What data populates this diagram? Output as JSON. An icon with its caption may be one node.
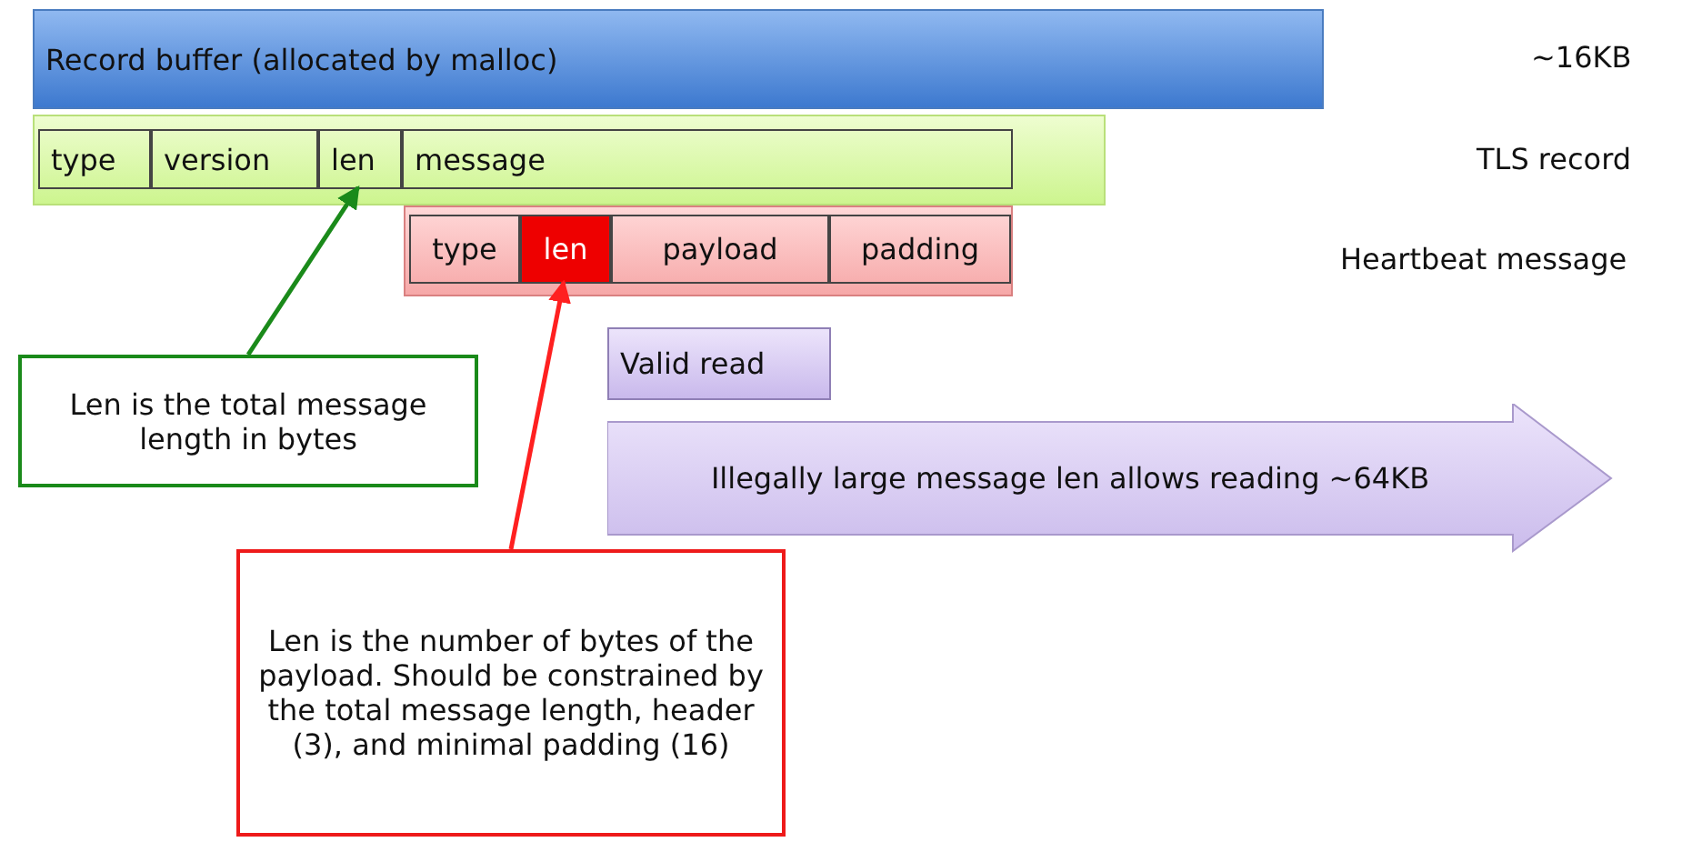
{
  "diagram": {
    "nodes": [
      {
        "text": [
          "Record buffer (allocated by malloc)"
        ]
      },
      {
        "text": [],
        "shape": "bar"
      },
      {
        "text": [
          "type"
        ],
        "in": 1
      },
      {
        "text": [
          "version"
        ],
        "in": 1
      },
      {
        "text": [
          "len"
        ],
        "in": 1
      },
      {
        "text": [
          "message"
        ],
        "in": 1
      },
      {
        "text": [],
        "shape": "bar"
      },
      {
        "text": [
          "type"
        ],
        "in": 6
      },
      {
        "text": [
          "len"
        ],
        "in": 6
      },
      {
        "text": [
          "payload"
        ],
        "in": 6
      },
      {
        "text": [
          "padding"
        ],
        "in": 6
      },
      {
        "text": [
          "Valid read"
        ]
      },
      {
        "text": [
          "Illegally large message len allows reading ~64KB"
        ]
      },
      {
        "text": [
          "Len is the total message length in bytes"
        ]
      },
      {
        "text": [
          "Len is the number of bytes of the payload. Should be constrained by the total message length, header (3), and minimal padding (16)"
        ]
      }
    ],
    "edges": [
      {
        "from": 13,
        "to": 4,
        "arrow": "to",
        "color": "#1a8a1a"
      },
      {
        "from": 14,
        "to": 8,
        "arrow": "to",
        "color": "#ff2020"
      }
    ],
    "labels": [
      "~16KB",
      "TLS record",
      "Heartbeat message"
    ]
  }
}
